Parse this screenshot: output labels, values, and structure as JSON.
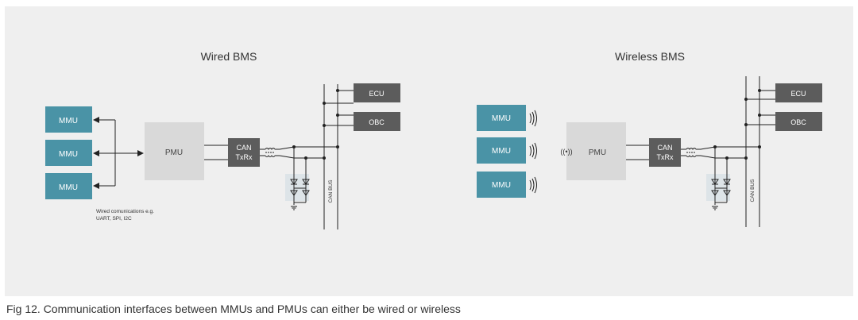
{
  "colors": {
    "mmu": "#4a93a6",
    "pmu": "#d9d9d9",
    "dark_box": "#5c5c5c",
    "line": "#222222",
    "background": "#efefef"
  },
  "wired": {
    "title": "Wired BMS",
    "mmu_labels": [
      "MMU",
      "MMU",
      "MMU"
    ],
    "pmu_label": "PMU",
    "can_label_1": "CAN",
    "can_label_2": "TxRx",
    "ecu_label": "ECU",
    "obc_label": "OBC",
    "bus_label": "CAN BUS",
    "note_line_1": "Wired comunications e.g.",
    "note_line_2": "UART, SPI, I2C"
  },
  "wireless": {
    "title": "Wireless BMS",
    "mmu_labels": [
      "MMU",
      "MMU",
      "MMU"
    ],
    "pmu_label": "PMU",
    "antenna_glyph": "((•))",
    "can_label_1": "CAN",
    "can_label_2": "TxRx",
    "ecu_label": "ECU",
    "obc_label": "OBC",
    "bus_label": "CAN BUS"
  },
  "caption": "Fig 12. Communication interfaces between MMUs and PMUs can either be wired or wireless"
}
